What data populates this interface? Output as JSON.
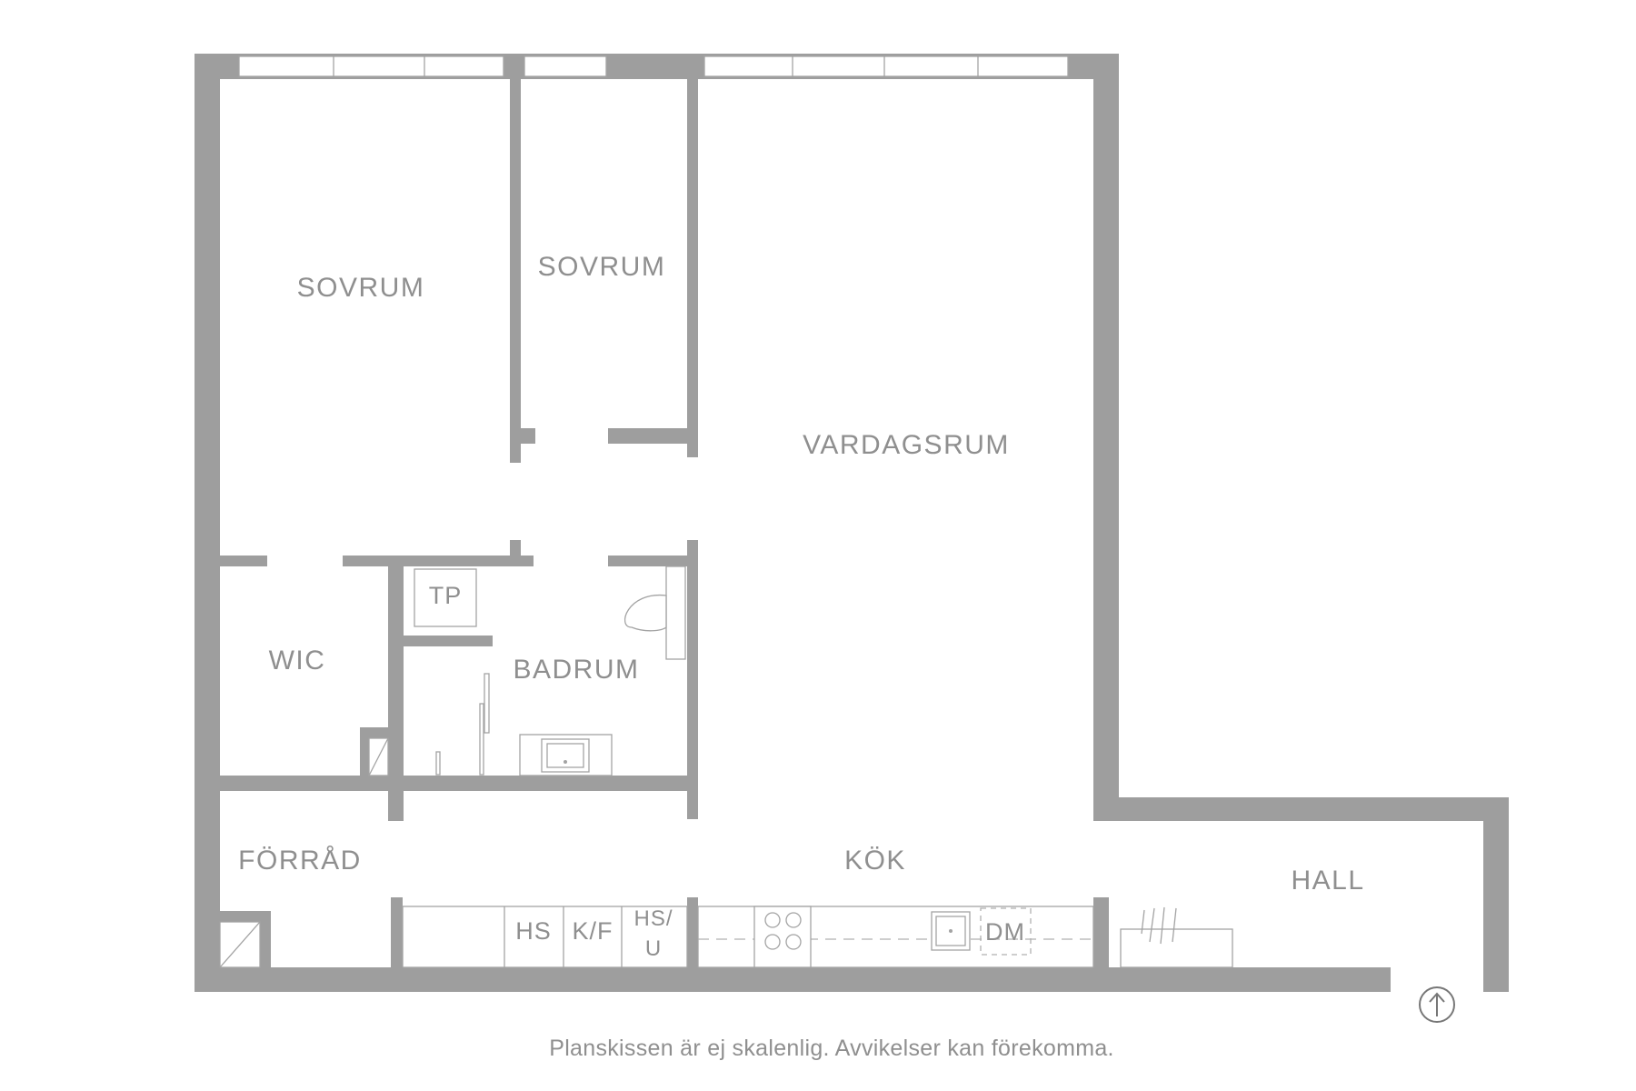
{
  "rooms": {
    "sovrum_1": "SOVRUM",
    "sovrum_2": "SOVRUM",
    "vardagsrum": "VARDAGSRUM",
    "wic": "WIC",
    "badrum": "BADRUM",
    "forrad": "FÖRRÅD",
    "kok": "KÖK",
    "hall": "HALL"
  },
  "fixtures": {
    "tp": "TP",
    "hs": "HS",
    "kf": "K/F",
    "hsu_line1": "HS/",
    "hsu_line2": "U",
    "dm": "DM"
  },
  "caption": "Planskissen är ej skalenlig. Avvikelser kan förekomma.",
  "icons": {
    "north": "north-arrow-icon"
  },
  "colors": {
    "wall": "#9e9e9e",
    "label": "#8f8f8f",
    "background": "#ffffff"
  }
}
